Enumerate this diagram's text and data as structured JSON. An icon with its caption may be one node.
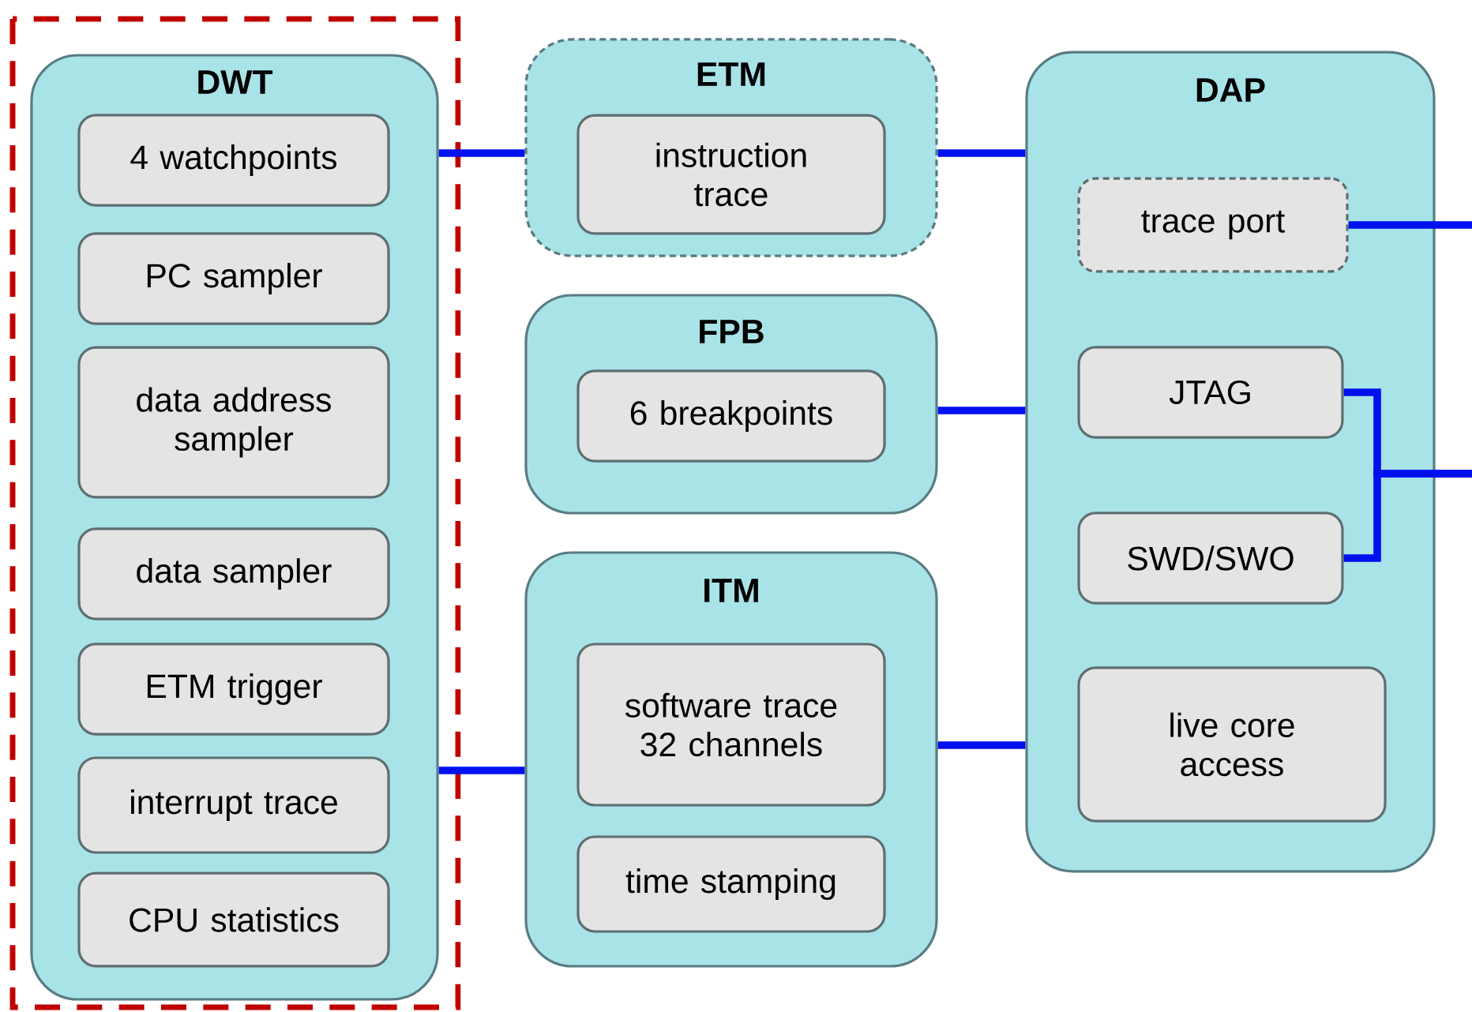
{
  "diagram": {
    "nodes": [
      {
        "text": [
          "DWT"
        ]
      },
      {
        "text": [
          "4 watchpoints"
        ],
        "in": 0
      },
      {
        "text": [
          "PC sampler"
        ],
        "in": 0
      },
      {
        "text": [
          "data address sampler"
        ],
        "in": 0
      },
      {
        "text": [
          "data sampler"
        ],
        "in": 0
      },
      {
        "text": [
          "ETM trigger"
        ],
        "in": 0
      },
      {
        "text": [
          "interrupt trace"
        ],
        "in": 0
      },
      {
        "text": [
          "CPU statistics"
        ],
        "in": 0
      },
      {
        "text": [
          "ETM"
        ]
      },
      {
        "text": [
          "instruction trace"
        ],
        "in": 8
      },
      {
        "text": [
          "FPB"
        ]
      },
      {
        "text": [
          "6 breakpoints"
        ],
        "in": 10
      },
      {
        "text": [
          "ITM"
        ]
      },
      {
        "text": [
          "software trace 32 channels"
        ],
        "in": 12
      },
      {
        "text": [
          "time stamping"
        ],
        "in": 12
      },
      {
        "text": [
          "DAP"
        ]
      },
      {
        "text": [
          "trace port"
        ],
        "in": 15
      },
      {
        "text": [
          "JTAG"
        ],
        "in": 15
      },
      {
        "text": [
          "SWD/SWO"
        ],
        "in": 15
      },
      {
        "text": [
          "live core access"
        ],
        "in": 15
      }
    ],
    "edges": [
      {
        "from": 0,
        "to": 8,
        "arrow": "none"
      },
      {
        "from": 8,
        "to": 15,
        "arrow": "none"
      },
      {
        "from": 10,
        "to": 15,
        "arrow": "none"
      },
      {
        "from": 0,
        "to": 12,
        "arrow": "none"
      },
      {
        "from": 12,
        "to": 15,
        "arrow": "none"
      },
      {
        "from": 16,
        "to": null,
        "arrow": "none"
      },
      {
        "from": 17,
        "to": null,
        "arrow": "none"
      },
      {
        "from": 18,
        "to": null,
        "arrow": "none"
      }
    ]
  }
}
